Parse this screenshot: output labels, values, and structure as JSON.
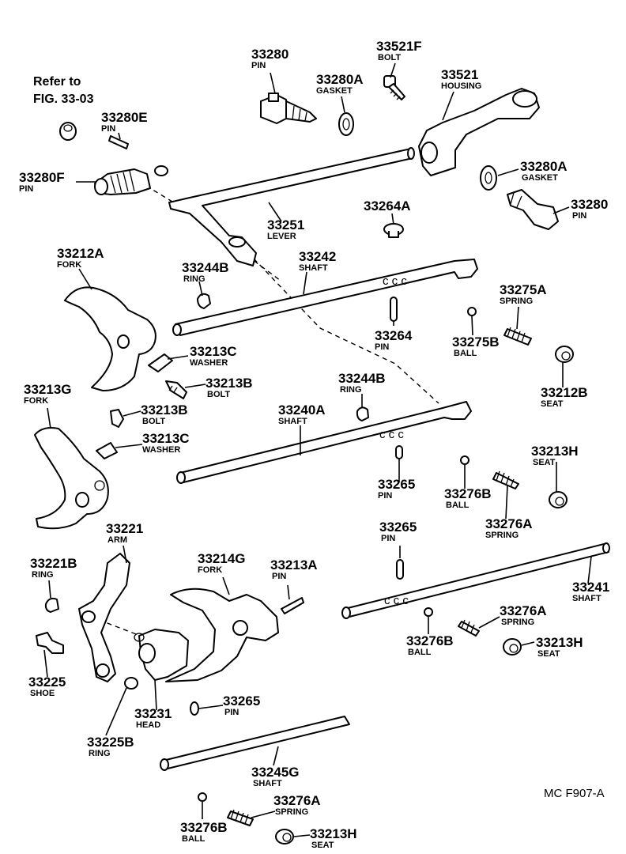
{
  "refer": {
    "line1": "Refer to",
    "line2": "FIG. 33-03"
  },
  "figure_code": "MC  F907-A",
  "callouts": {
    "c33280_top": {
      "number": "33280",
      "name": "PIN"
    },
    "c33280A_top": {
      "number": "33280A",
      "name": "GASKET"
    },
    "c33521F": {
      "number": "33521F",
      "name": "BOLT"
    },
    "c33521": {
      "number": "33521",
      "name": "HOUSING"
    },
    "c33280E": {
      "number": "33280E",
      "name": "PIN"
    },
    "c33280F": {
      "number": "33280F",
      "name": "PIN"
    },
    "c33251": {
      "number": "33251",
      "name": "LEVER"
    },
    "c33264A": {
      "number": "33264A",
      "name": ""
    },
    "c33280A_right": {
      "number": "33280A",
      "name": "GASKET"
    },
    "c33280_right": {
      "number": "33280",
      "name": "PIN"
    },
    "c33212A": {
      "number": "33212A",
      "name": "FORK"
    },
    "c33244B_upper": {
      "number": "33244B",
      "name": "RING"
    },
    "c33242": {
      "number": "33242",
      "name": "SHAFT"
    },
    "c33275A": {
      "number": "33275A",
      "name": "SPRING"
    },
    "c33264": {
      "number": "33264",
      "name": "PIN"
    },
    "c33275B": {
      "number": "33275B",
      "name": "BALL"
    },
    "c33213C_upper": {
      "number": "33213C",
      "name": "WASHER"
    },
    "c33213B_upper": {
      "number": "33213B",
      "name": "BOLT"
    },
    "c33212B": {
      "number": "33212B",
      "name": "SEAT"
    },
    "c33213G": {
      "number": "33213G",
      "name": "FORK"
    },
    "c33244B_lower": {
      "number": "33244B",
      "name": "RING"
    },
    "c33240A": {
      "number": "33240A",
      "name": "SHAFT"
    },
    "c33213B_lower": {
      "number": "33213B",
      "name": "BOLT"
    },
    "c33213C_lower": {
      "number": "33213C",
      "name": "WASHER"
    },
    "c33213H_mid": {
      "number": "33213H",
      "name": "SEAT"
    },
    "c33265_mid": {
      "number": "33265",
      "name": "PIN"
    },
    "c33276B_mid": {
      "number": "33276B",
      "name": "BALL"
    },
    "c33276A_mid": {
      "number": "33276A",
      "name": "SPRING"
    },
    "c33221": {
      "number": "33221",
      "name": "ARM"
    },
    "c33265_right": {
      "number": "33265",
      "name": "PIN"
    },
    "c33221B": {
      "number": "33221B",
      "name": "RING"
    },
    "c33214G": {
      "number": "33214G",
      "name": "FORK"
    },
    "c33213A": {
      "number": "33213A",
      "name": "PIN"
    },
    "c33241": {
      "number": "33241",
      "name": "SHAFT"
    },
    "c33276A_right": {
      "number": "33276A",
      "name": "SPRING"
    },
    "c33276B_right": {
      "number": "33276B",
      "name": "BALL"
    },
    "c33213H_right": {
      "number": "33213H",
      "name": "SEAT"
    },
    "c33225": {
      "number": "33225",
      "name": "SHOE"
    },
    "c33231": {
      "number": "33231",
      "name": "HEAD"
    },
    "c33265_low": {
      "number": "33265",
      "name": "PIN"
    },
    "c33225B": {
      "number": "33225B",
      "name": "RING"
    },
    "c33245G": {
      "number": "33245G",
      "name": "SHAFT"
    },
    "c33276A_bottom": {
      "number": "33276A",
      "name": "SPRING"
    },
    "c33276B_bottom": {
      "number": "33276B",
      "name": "BALL"
    },
    "c33213H_bottom": {
      "number": "33213H",
      "name": "SEAT"
    }
  }
}
